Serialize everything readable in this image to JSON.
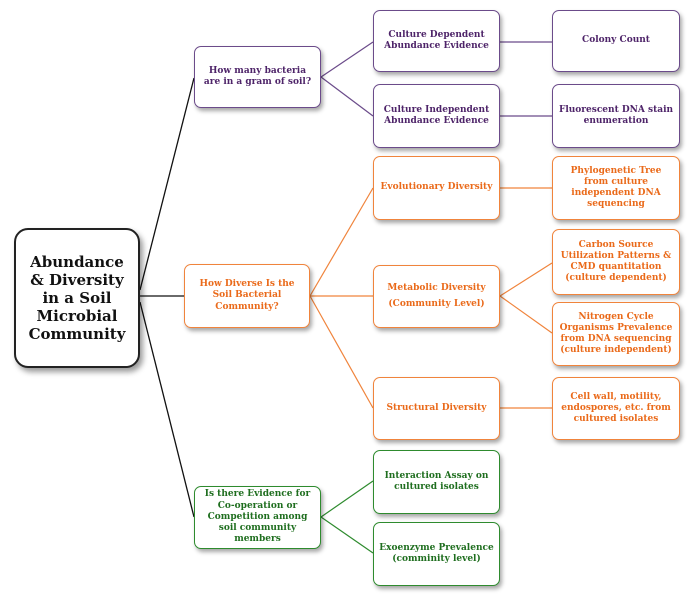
{
  "root": {
    "label": "Abundance & Diversity in a Soil Microbial Community"
  },
  "q1": {
    "label": "How many bacteria are in a gram of soil?",
    "children": [
      {
        "label": "Culture Dependent Abundance Evidence",
        "leaf": "Colony Count"
      },
      {
        "label": "Culture Independent Abundance Evidence",
        "leaf": "Fluorescent DNA stain enumeration"
      }
    ]
  },
  "q2": {
    "label": "How Diverse Is the Soil Bacterial Community?",
    "evolutionary": {
      "label": "Evolutionary Diversity",
      "leaf": "Phylogenetic Tree from culture independent DNA sequencing"
    },
    "metabolic": {
      "label_line1": "Metabolic Diversity",
      "label_line2": "(Community Level)",
      "leaves": [
        "Carbon Source Utilization Patterns & CMD quantitation (culture dependent)",
        "Nitrogen Cycle Organisms Prevalence from DNA sequencing (culture independent)"
      ]
    },
    "structural": {
      "label": "Structural Diversity",
      "leaf": "Cell wall, motility, endospores, etc. from cultured isolates"
    }
  },
  "q3": {
    "label": "Is there Evidence for Co-operation or Competition among soil community members",
    "children": [
      "Interaction Assay on cultured isolates",
      "Exoenzyme Prevalence (comminity level)"
    ]
  },
  "colors": {
    "purple": "#6b4b8a",
    "orange": "#f0843c",
    "green": "#2e8b2e",
    "root": "#222222"
  }
}
